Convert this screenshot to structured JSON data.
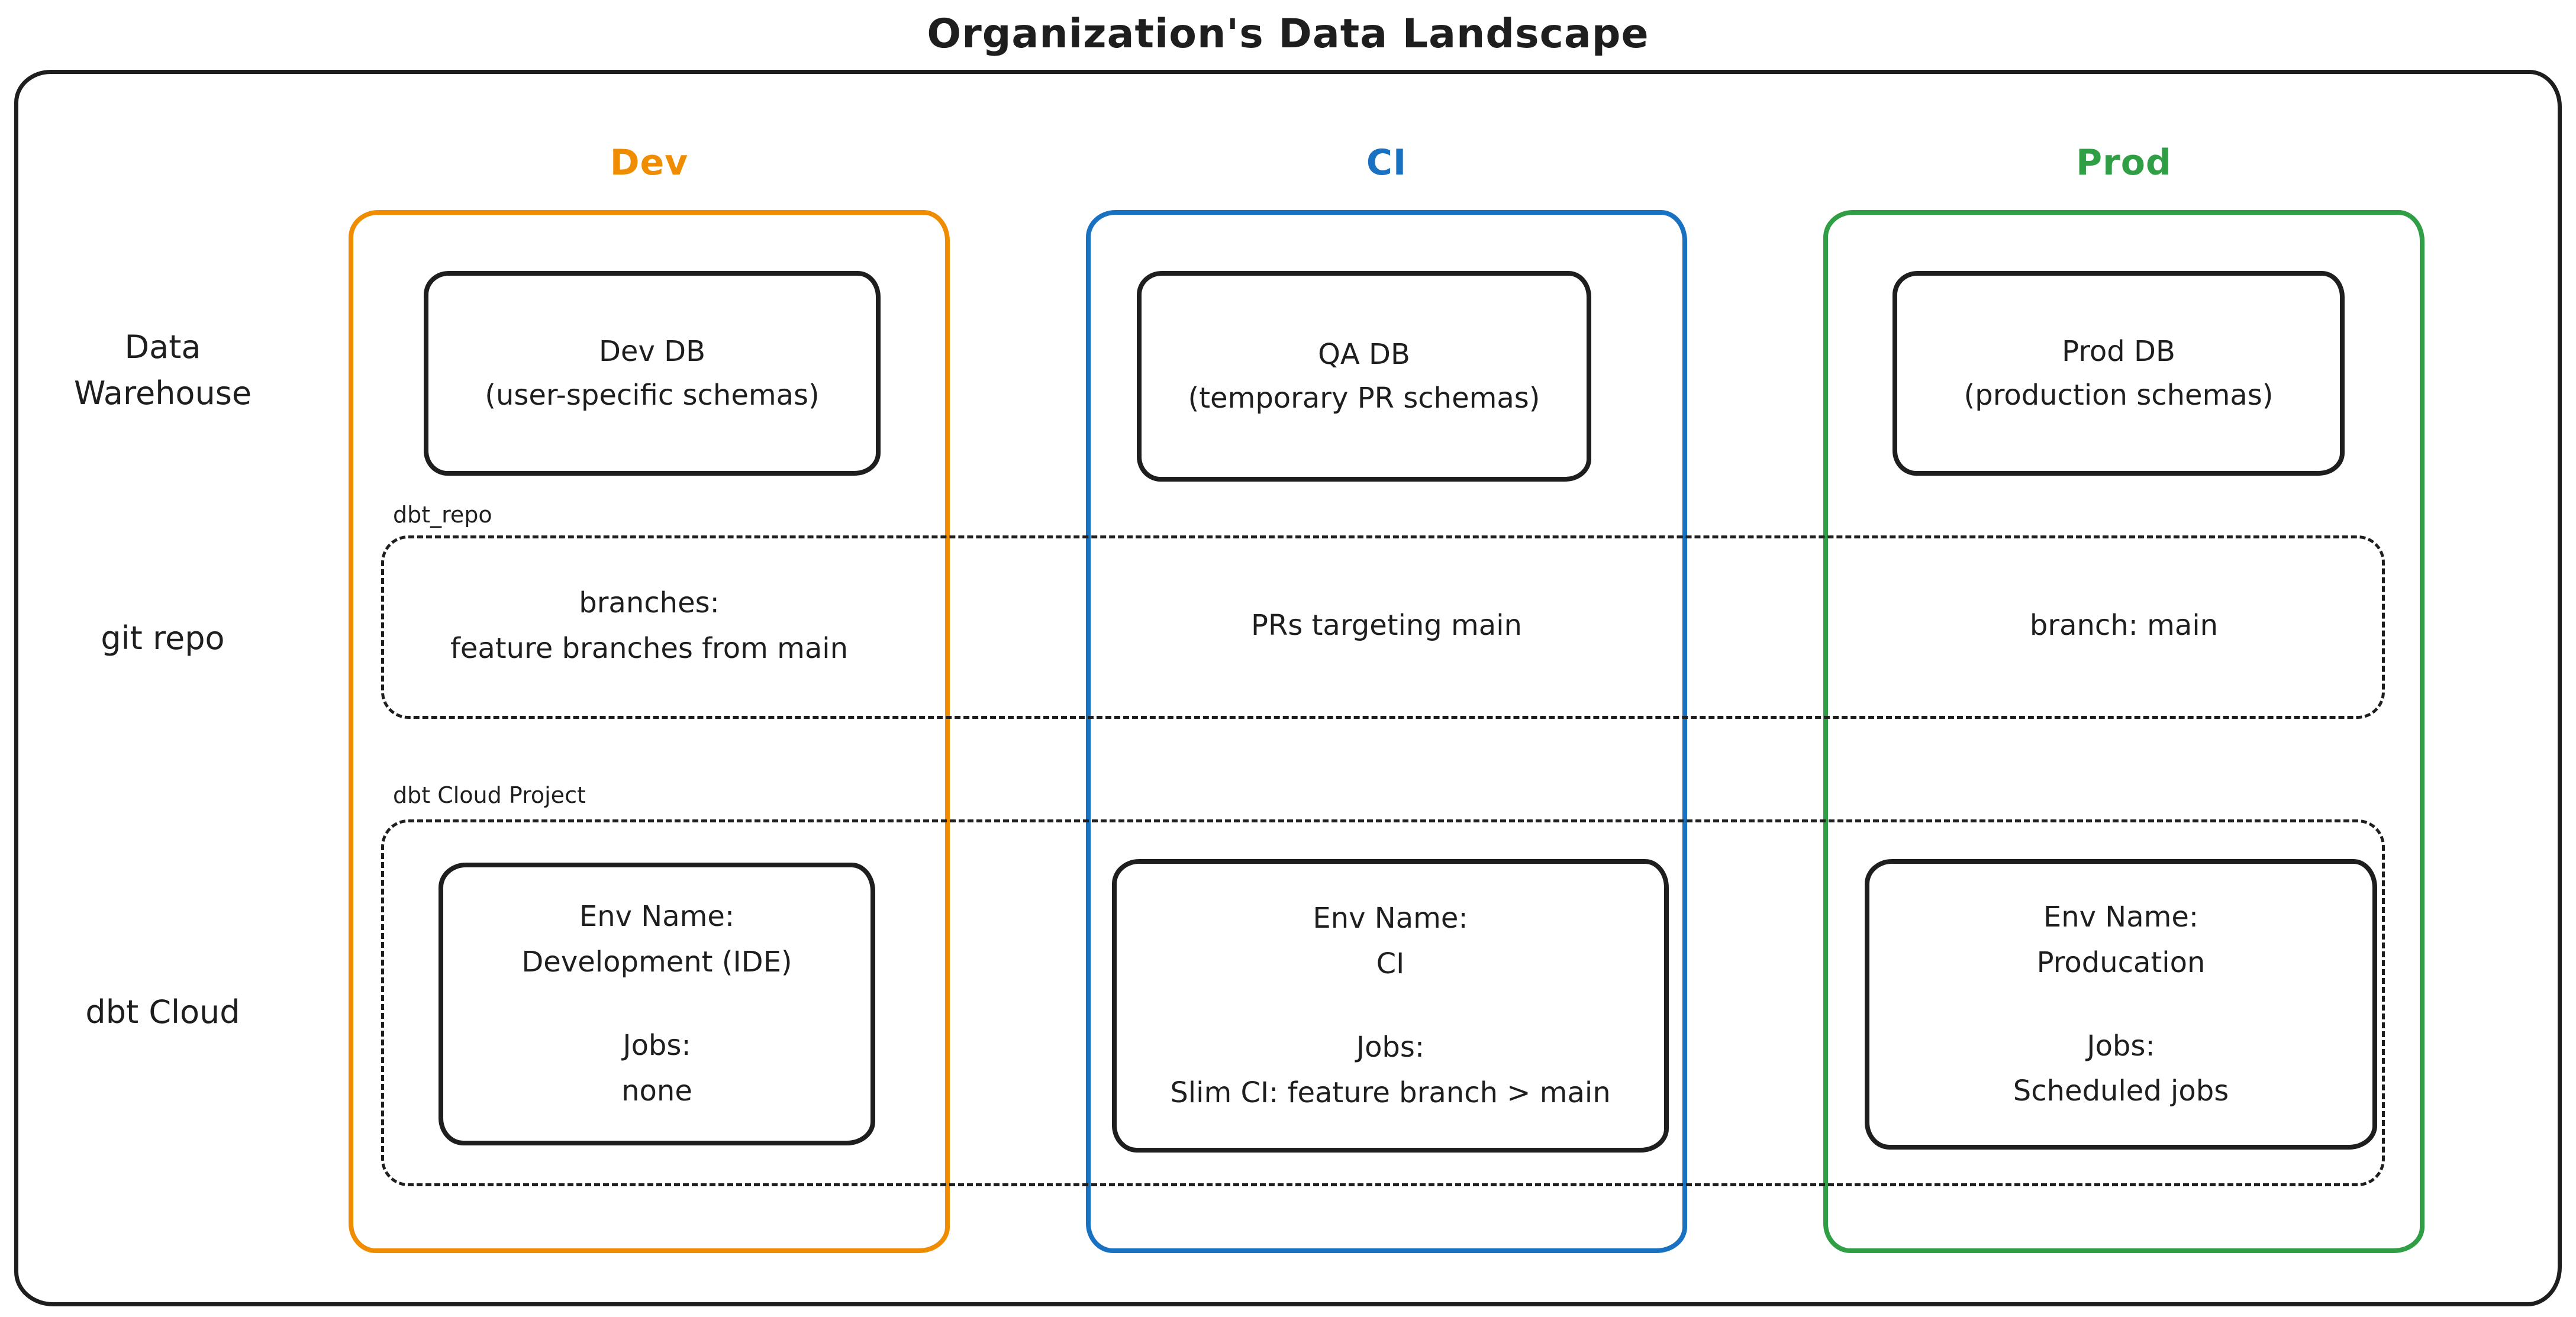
{
  "title": "Organization's Data Landscape",
  "colors": {
    "dev": "#f08c00",
    "ci": "#1971c2",
    "prod": "#2f9e44",
    "ink": "#1e1e1e"
  },
  "row_labels": {
    "warehouse_line1": "Data",
    "warehouse_line2": "Warehouse",
    "git": "git repo",
    "dbt": "dbt Cloud"
  },
  "groups": {
    "repo_label": "dbt_repo",
    "project_label": "dbt Cloud Project"
  },
  "columns": [
    {
      "label": "Dev",
      "db": {
        "line1": "Dev DB",
        "line2": "(user-specific schemas)"
      },
      "git": {
        "line1": "branches:",
        "line2": "feature branches from main"
      },
      "env": {
        "env_label": "Env Name:",
        "env_name": "Development (IDE)",
        "jobs_label": "Jobs:",
        "jobs": "none"
      }
    },
    {
      "label": "CI",
      "db": {
        "line1": "QA DB",
        "line2": "(temporary PR schemas)"
      },
      "git": {
        "line1": "PRs targeting main",
        "line2": ""
      },
      "env": {
        "env_label": "Env Name:",
        "env_name": "CI",
        "jobs_label": "Jobs:",
        "jobs": "Slim CI: feature branch > main"
      }
    },
    {
      "label": "Prod",
      "db": {
        "line1": "Prod DB",
        "line2": "(production schemas)"
      },
      "git": {
        "line1": "branch: main",
        "line2": ""
      },
      "env": {
        "env_label": "Env Name:",
        "env_name": "Producation",
        "jobs_label": "Jobs:",
        "jobs": "Scheduled jobs"
      }
    }
  ]
}
